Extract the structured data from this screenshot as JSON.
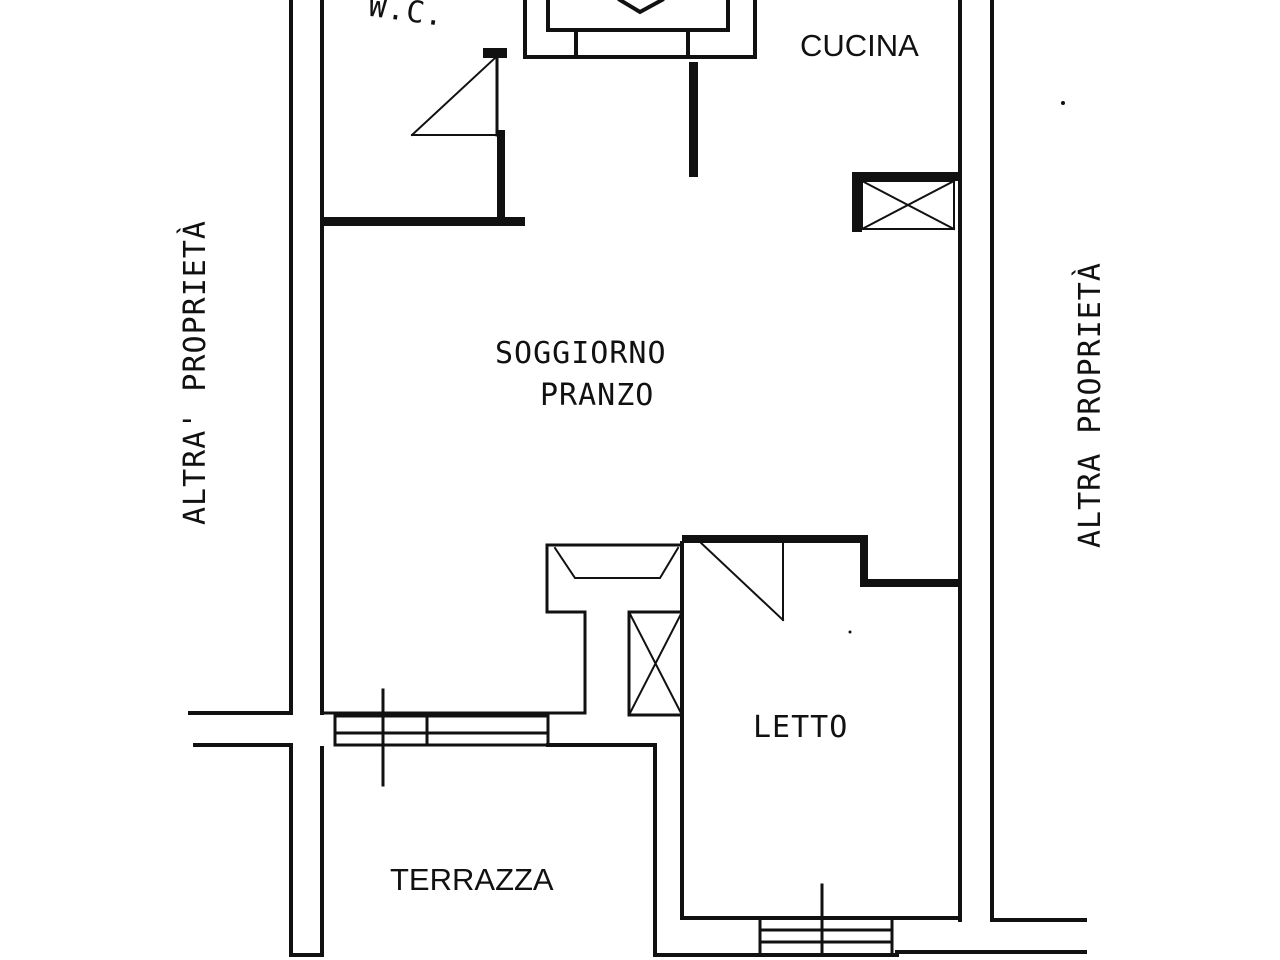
{
  "rooms": {
    "wc": "W.C.",
    "cucina": "CUCINA",
    "soggiorno": "SOGGIORNO",
    "pranzo": "PRANZO",
    "letto": "LETTO",
    "terrazza": "TERRAZZA"
  },
  "neighbors": {
    "left": "ALTRA' PROPRIETÀ",
    "right": "ALTRA PROPRIETÀ"
  },
  "colors": {
    "ink": "#111111",
    "paper": "#ffffff"
  }
}
